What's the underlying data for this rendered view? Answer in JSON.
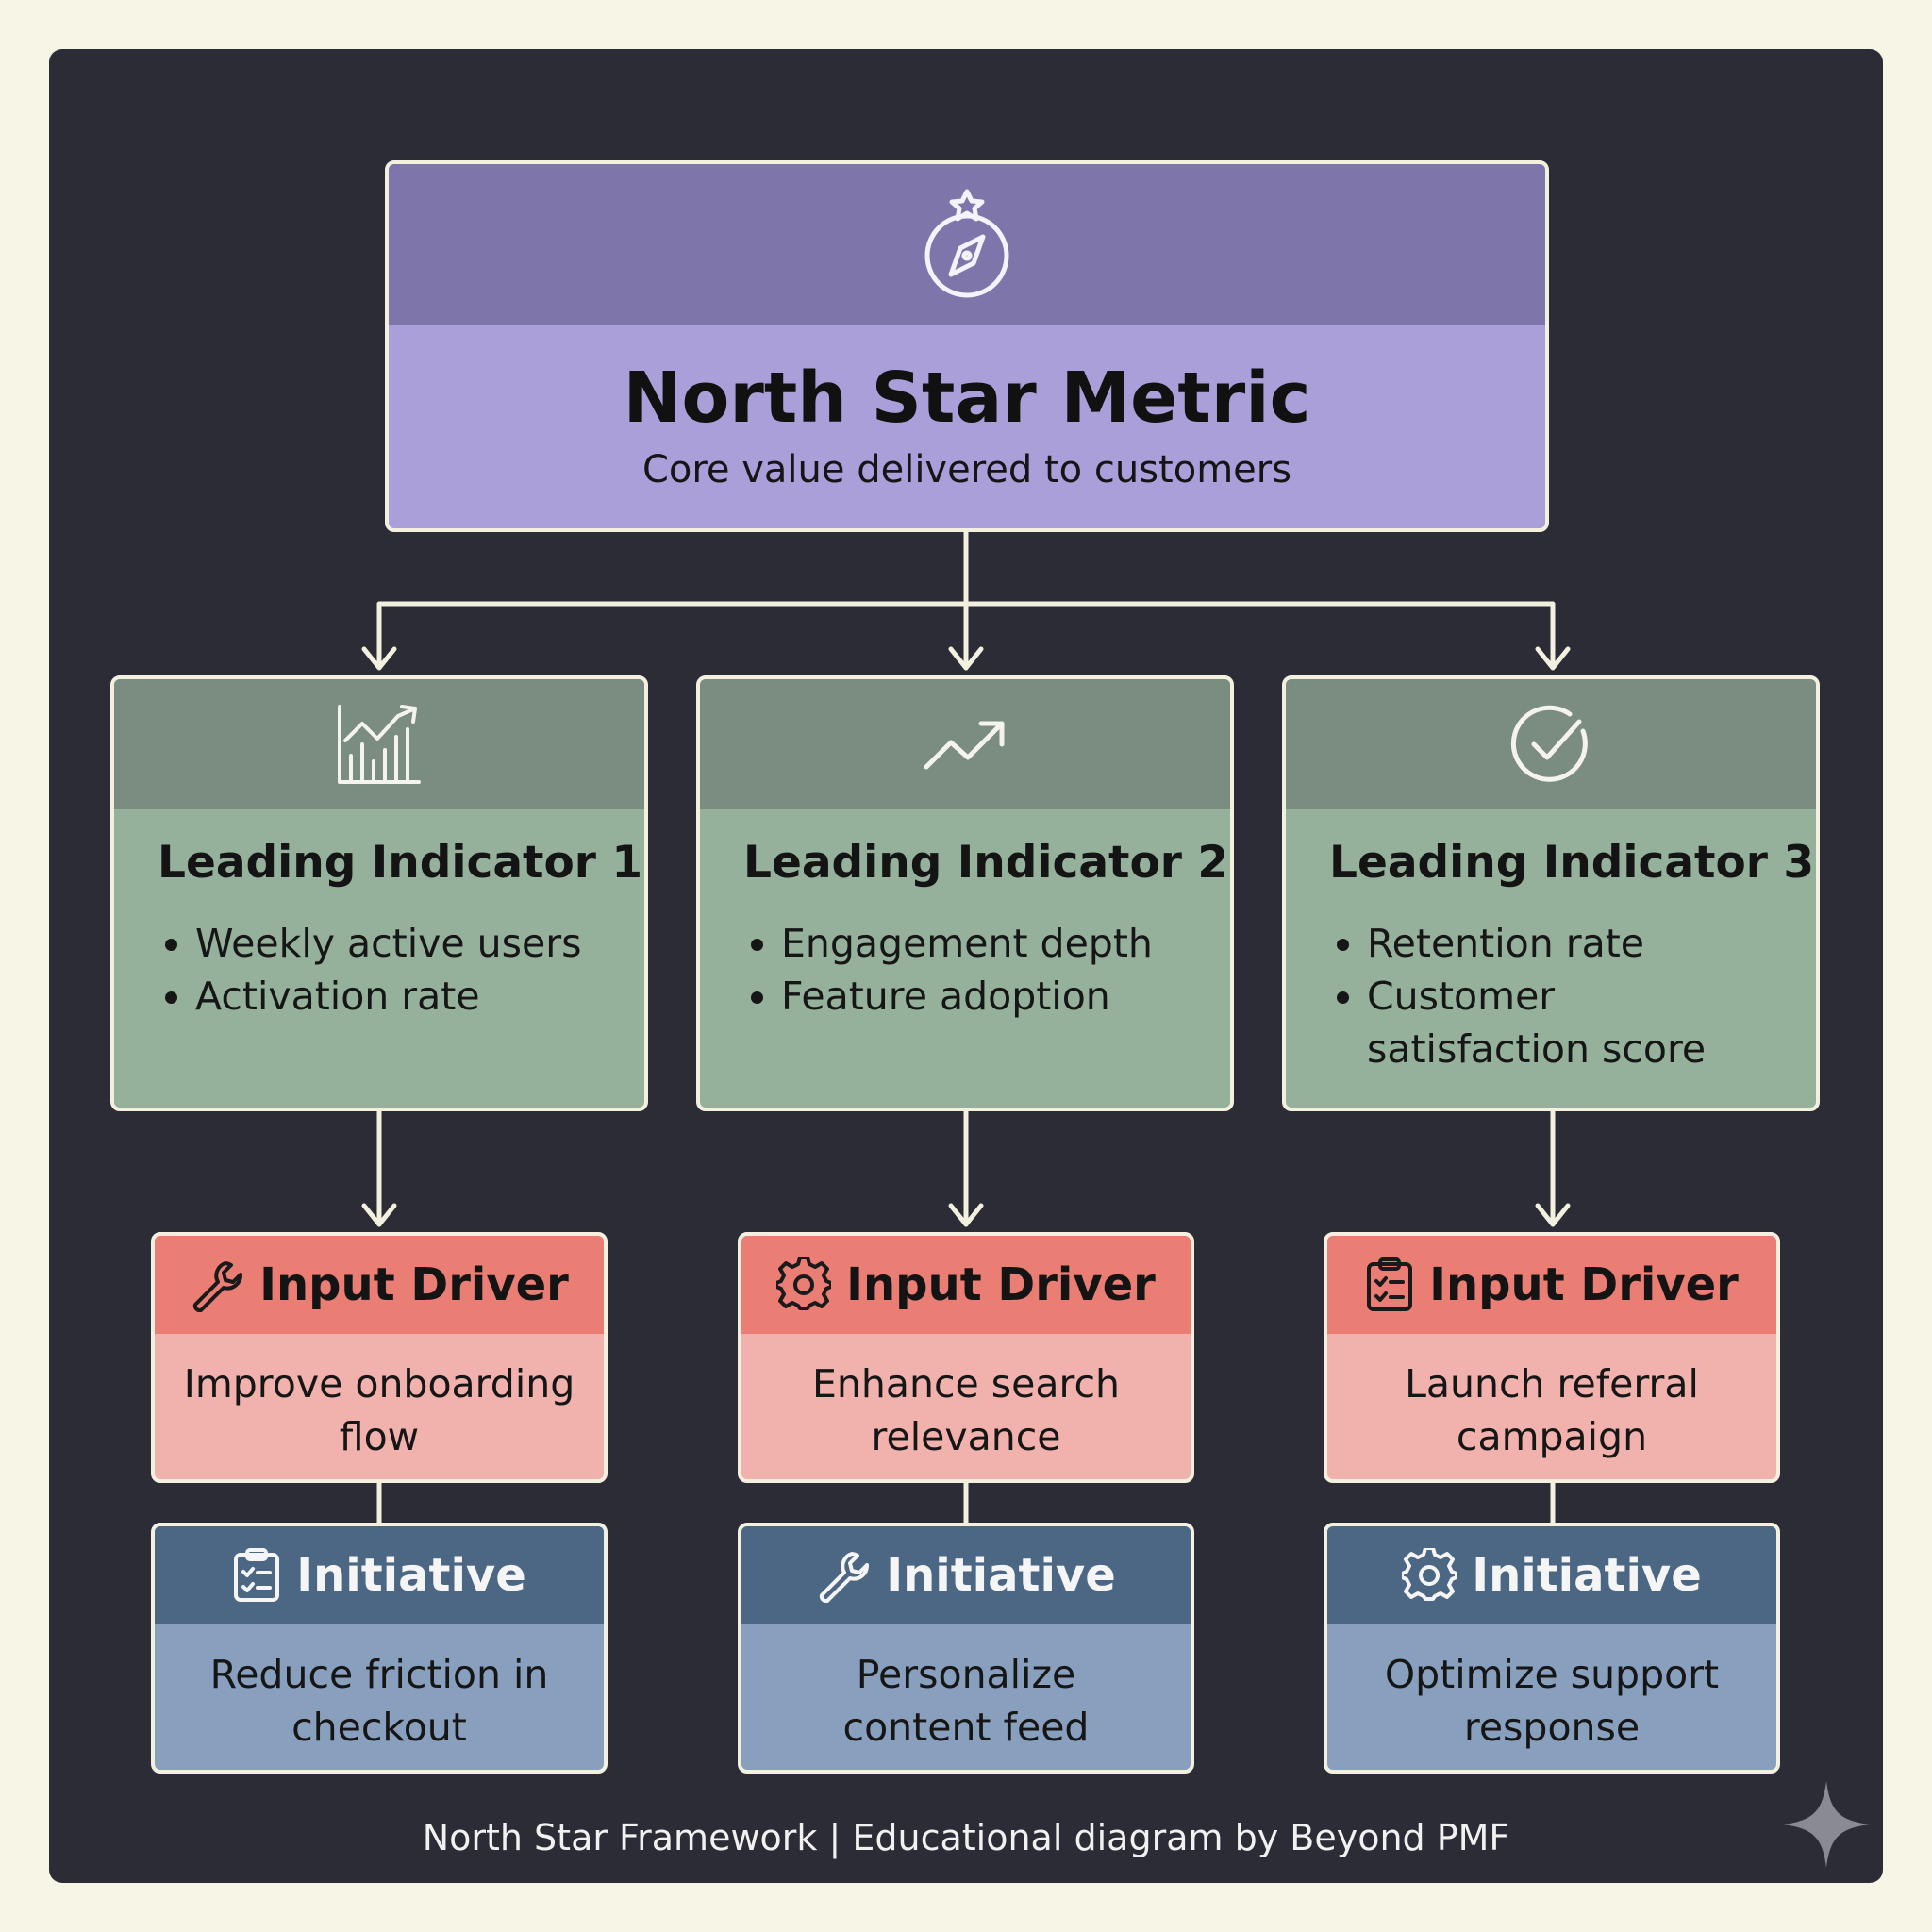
{
  "north_star": {
    "title": "North Star Metric",
    "subtitle": "Core value delivered to customers",
    "icon": "compass-icon"
  },
  "leading_indicators": [
    {
      "title": "Leading Indicator 1",
      "icon": "bar-chart-icon",
      "items": [
        "Weekly active users",
        "Activation rate"
      ]
    },
    {
      "title": "Leading Indicator 2",
      "icon": "trend-up-icon",
      "items": [
        "Engagement depth",
        "Feature adoption"
      ]
    },
    {
      "title": "Leading Indicator 3",
      "icon": "check-circle-icon",
      "items": [
        "Retention rate",
        "Customer satisfaction score"
      ]
    }
  ],
  "input_drivers": [
    {
      "label": "Input Driver",
      "icon": "wrench-icon",
      "text": "Improve onboarding flow"
    },
    {
      "label": "Input Driver",
      "icon": "gear-icon",
      "text": "Enhance search relevance"
    },
    {
      "label": "Input Driver",
      "icon": "clipboard-icon",
      "text": "Launch referral campaign"
    }
  ],
  "initiatives": [
    {
      "label": "Initiative",
      "icon": "clipboard-icon",
      "text": "Reduce friction in checkout"
    },
    {
      "label": "Initiative",
      "icon": "wrench-icon",
      "text": "Personalize content feed"
    },
    {
      "label": "Initiative",
      "icon": "gear-icon",
      "text": "Optimize support response"
    }
  ],
  "footer": "North Star Framework | Educational diagram by Beyond PMF",
  "colors": {
    "background": "#f7f5e6",
    "panel": "#2c2c36",
    "north_star_header": "#7e76aa",
    "north_star_body": "#ab9fda",
    "indicator_header": "#7b8d80",
    "indicator_body": "#95b19b",
    "driver_header": "#ea7d74",
    "driver_body": "#f1b2ad",
    "initiative_header": "#4c6784",
    "initiative_body": "#88a0be",
    "connector": "#f3f0e0"
  }
}
